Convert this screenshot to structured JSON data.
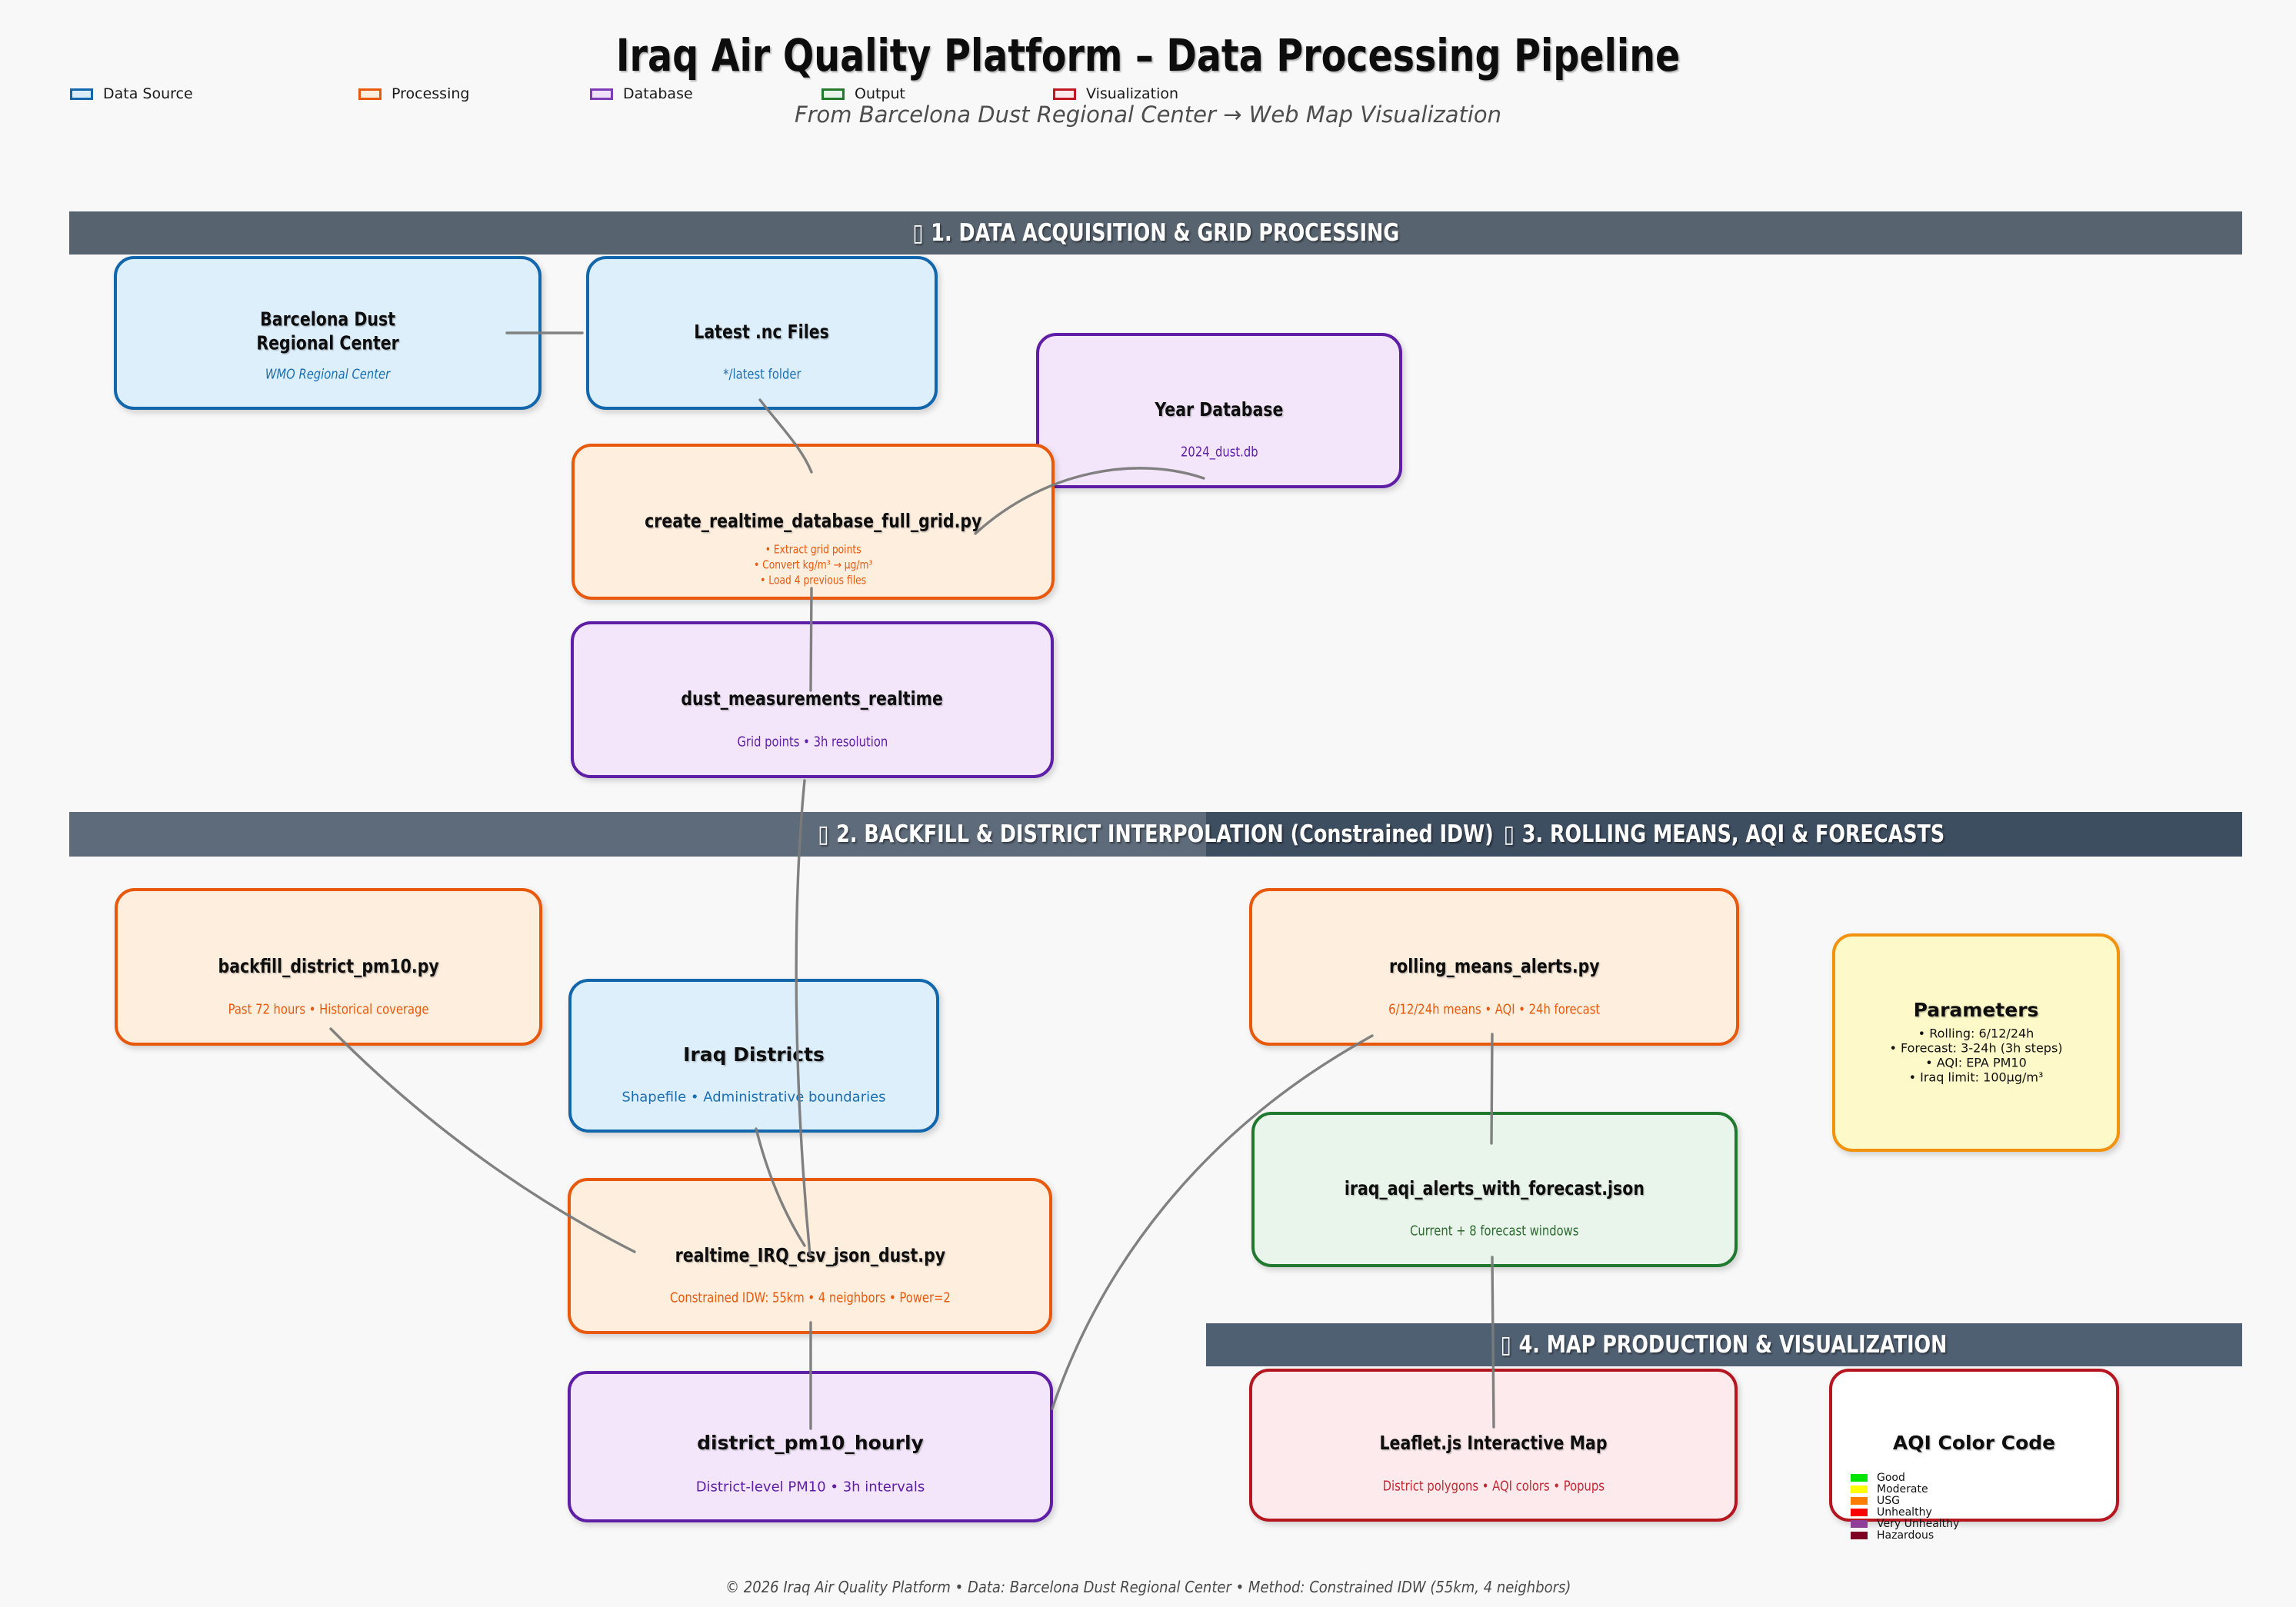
{
  "page": {
    "title": "Iraq Air Quality Platform – Data Processing Pipeline",
    "subtitle": "From Barcelona Dust Regional Center → Web Map Visualization",
    "footer": "© 2026 Iraq Air Quality Platform • Data: Barcelona Dust Regional Center • Method: Constrained IDW (55km, 4 neighbors)"
  },
  "legend": {
    "items": [
      {
        "label": "Data Source",
        "border": "#1266ab",
        "fill": "#d9edfb"
      },
      {
        "label": "Processing",
        "border": "#e8590c",
        "fill": "#fdeedd"
      },
      {
        "label": "Database",
        "border": "#7d3cb5",
        "fill": "#f0e1fa"
      },
      {
        "label": "Output",
        "border": "#217a2b",
        "fill": "#e7f3e8"
      },
      {
        "label": "Visualization",
        "border": "#c01822",
        "fill": "#fdeaec"
      }
    ]
  },
  "sections": {
    "s1": {
      "icon": "▯",
      "label": "1. DATA ACQUISITION & GRID PROCESSING"
    },
    "s2": {
      "icon": "▯",
      "label": "2. BACKFILL & DISTRICT INTERPOLATION (Constrained IDW)"
    },
    "s3": {
      "icon": "▯",
      "label": "3. ROLLING MEANS, AQI & FORECASTS"
    },
    "s4": {
      "icon": "▯",
      "label": "4. MAP PRODUCTION & VISUALIZATION"
    }
  },
  "boxes": {
    "barcelona": {
      "title": "Barcelona Dust\nRegional Center",
      "subtitle": "WMO Regional Center"
    },
    "latest_nc": {
      "title": "Latest .nc Files",
      "subtitle": "*/latest folder"
    },
    "year_db": {
      "title": "Year Database",
      "subtitle": "2024_dust.db"
    },
    "create_script": {
      "title": "create_realtime_database_full_grid.py",
      "bullets": [
        "• Extract grid points",
        "• Convert kg/m³ → µg/m³",
        "• Load 4 previous files"
      ]
    },
    "dust_table": {
      "title": "dust_measurements_realtime",
      "subtitle": "Grid points • 3h resolution"
    },
    "backfill": {
      "title": "backfill_district_pm10.py",
      "subtitle": "Past 72 hours • Historical coverage"
    },
    "districts": {
      "title": "Iraq Districts",
      "subtitle": "Shapefile • Administrative boundaries"
    },
    "rolling": {
      "title": "rolling_means_alerts.py",
      "subtitle": "6/12/24h means • AQI • 24h forecast"
    },
    "parameters": {
      "title": "Parameters",
      "bullets": [
        "• Rolling: 6/12/24h",
        "• Forecast: 3-24h (3h steps)",
        "• AQI: EPA PM10",
        "• Iraq limit: 100µg/m³"
      ]
    },
    "realtime": {
      "title": "realtime_IRQ_csv_json_dust.py",
      "subtitle": "Constrained IDW: 55km • 4 neighbors • Power=2"
    },
    "aqi_json": {
      "title": "iraq_aqi_alerts_with_forecast.json",
      "subtitle": "Current + 8 forecast windows"
    },
    "district_table": {
      "title": "district_pm10_hourly",
      "subtitle": "District-level PM10 • 3h intervals"
    },
    "leaflet": {
      "title": "Leaflet.js Interactive Map",
      "subtitle": "District polygons • AQI colors • Popups"
    },
    "aqi_code": {
      "title": "AQI Color Code",
      "items": [
        {
          "label": "Good",
          "color": "#00e400"
        },
        {
          "label": "Moderate",
          "color": "#ffff00"
        },
        {
          "label": "USG",
          "color": "#ff7e00"
        },
        {
          "label": "Unhealthy",
          "color": "#ff0000"
        },
        {
          "label": "Very Unhealthy",
          "color": "#8f3f97"
        },
        {
          "label": "Hazardous",
          "color": "#7e0023"
        }
      ]
    }
  }
}
